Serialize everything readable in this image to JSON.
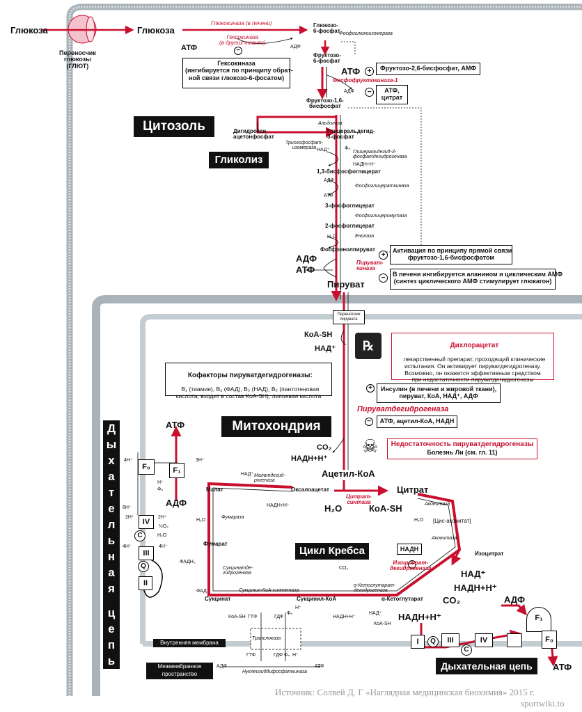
{
  "header": {
    "glucose_out": "Глюкоза",
    "glucose_in": "Глюкоза",
    "transporter": "Переносчик\nглюкозы\n(ГЛЮТ)",
    "glucokinase": "Глюкокиназа (в печени)",
    "hexokinase_tissue": "Гексокиназа\n(в других тканях)",
    "atp": "АТФ",
    "adp": "АДФ",
    "g6p": "Глюкозо-\n6-фосфат",
    "phosphoglucoisomerase": "Фосфоглюкоизомераза",
    "hexokinase_box": "Гексокиназа\n(ингибируется по принципу обрат-\nной связи глюкозо-6-фосатом)",
    "f6p": "Фруктозо-\n6-фосфат",
    "pfk": "Фосфофруктокиназа-1",
    "f26bp_box": "Фруктозо-2,6-бисфосфат, АМФ",
    "atp_citrate_box": "АТФ,\nцитрат",
    "f16bp": "Фруктозо-1,6-\nбисфосфат"
  },
  "glycolysis": {
    "cytosol_label": "Цитозоль",
    "glycolysis_label": "Гликолиз",
    "aldolase": "Альдолаза",
    "dhap": "Дигидрокси-\nацетонфосфат",
    "tpi": "Триозофосфат-\nизомераза",
    "gap": "Глицеральдегид-\n3-фосфат",
    "nad_plus": "НАД⁺",
    "pi": "Фₙ",
    "gapdh": "Глицеральдегид-3-\nфосфатдегидрогеназа",
    "nadh": "НАДН+Н⁺",
    "bpg": "1,3-бисфосфоглицерат",
    "adp": "АДФ",
    "pgk": "Фосфоглицераткиназа",
    "atp": "АТФ",
    "pg3": "3-фосфоглицерат",
    "pgm": "Фосфоглицеромутаза",
    "pg2": "2-фосфоглицерат",
    "h2o": "H₂O",
    "enolase": "Енолаза",
    "pep": "Фосфоенолпируват",
    "adp_big": "АДФ",
    "atp_big": "АТФ",
    "pk": "Пируват-\nкиназа",
    "pyruvate": "Пируват",
    "activation_box": "Активация по принципу прямой связи\nфруктозо-1,6-бисфосфатом",
    "liver_box": "В печени ингибируется аланином и циклическим АМФ\n(синтез циклического АМФ стимулирует глюкагон)"
  },
  "mito": {
    "pyruvate_carrier": "Переносчик\nпирувата",
    "coash": "КоА-SH",
    "nad": "НАД⁺",
    "dca_title": "Дихлорацетат",
    "dca_text": "лекарственный препарат, проходящий клинические\nиспытания. Он активирует пируватдегидрогеназу.\nВозможно, он окажется эффективным средством\nпри недостаточности пируватдегидрогеназы",
    "cofactors_title": "Кофакторы пируватдегидрогеназы:",
    "cofactors_text": "B₁ (тиамин), B₂ (ФАД), B₃ (НАД), B₅ (пантотеновая\nкислота, входит в состав КоА-SH), липоевая кислота",
    "insulin_box": "Инсулин (в печени и жировой ткани),\nпируват, КоА, НАД⁺, АДФ",
    "pdh": "Пируватдегидрогеназа",
    "inhib_box": "АТФ, ацетил-КоА, НАДН",
    "mito_label": "Митохондрия",
    "co2": "CO₂",
    "nadh": "НАДН+Н⁺",
    "deficiency_title": "Недостаточность пируватдегидрогеназы",
    "deficiency_text": "Болезнь Ли (см. гл. 11)",
    "acetylcoa": "Ацетил-КоА"
  },
  "krebs": {
    "title": "Цикл Кребса",
    "nad": "НАД⁺",
    "mdh": "Малатдегид-\nрогеназа",
    "nadh": "НАДН+Н⁺",
    "malate": "Малат",
    "oaa": "Оксалоацетат",
    "citrate": "Цитрат",
    "cs": "Цитрат-\nсинтаза",
    "h2o": "H₂O",
    "coash": "КоА-SH",
    "aconitase1": "Аконитаза",
    "h2o_2": "H₂O",
    "cisaconitate": "[Цис-аконитат]",
    "aconitase2": "Аконитаза",
    "fumarase": "Фумараза",
    "fumarate": "Фумарат",
    "h2o_3": "H₂O",
    "fadh2": "ФАДН₂",
    "sdh": "Сукцинатде-\nгидрогеназа",
    "fad": "ФАД",
    "nadh_box": "НАДН",
    "idh": "Изоцитрат-\nдегидрогеназа",
    "isocitrate": "Изоцитрат",
    "nad2": "НАД⁺",
    "nadh2": "НАДН+Н⁺",
    "co2": "CO₂",
    "co2_small": "CO₂",
    "akgdh": "α-Кетоглутарат-\nдегидрогеназа",
    "succinate": "Сукцинат",
    "scs": "Сукцинил-КоА-синтетаза",
    "succcoa": "Сукцинил-КоА",
    "akg": "α-Кетоглутарат",
    "coash2": "КоА-SH",
    "gtp": "ГТФ",
    "gdp": "ГДФ",
    "pi": "Фₙ",
    "hplus": "H⁺",
    "nadh3": "НАДН+Н⁺",
    "nad3": "НАД⁺",
    "coash3": "КоА-SH",
    "nadh4": "НАДН+Н⁺"
  },
  "etc": {
    "vertical_label": [
      "Д",
      "ы",
      "х",
      "а",
      "т",
      "е",
      "л",
      "ь",
      "н",
      "а",
      "я",
      " ",
      "ц",
      "е",
      "п",
      "ь"
    ],
    "atp": "АТФ",
    "adp": "АДФ",
    "h4": "4H⁺",
    "h3": "3H⁺",
    "f0": "F₀",
    "f1": "F₁",
    "hplus": "H⁺",
    "pi": "Фₙ",
    "h6": "6H⁺",
    "h2": "2H⁺",
    "h2b": "2H⁺",
    "o2": "½O₂",
    "h2o": "H₂O",
    "iv": "IV",
    "c": "C",
    "iii": "III",
    "h4b": "4H⁺",
    "h4c": "4H⁺",
    "q": "Q",
    "ii": "II",
    "fadh2": "ФАДН₂",
    "fad": "ФАД",
    "inner_membrane": "Внутренняя мембрана",
    "intermembrane": "Межмембранное\nпространство",
    "translocase": "Транслоказа",
    "gtp2": "ГТФ",
    "gdp2": "ГДФ",
    "pi2": "Фₙ",
    "hplus2": "H⁺",
    "adp2": "АДФ",
    "atp2": "АТФ",
    "ndk": "Нуклеозиддифосфаткиназа",
    "adp_right": "АДФ",
    "atp_right": "АТФ",
    "i": "I",
    "q2": "Q",
    "iii2": "III",
    "iv2": "IV",
    "c2": "C",
    "f1b": "F₁",
    "f0b": "F₀",
    "resp_chain": "Дыхательная цепь"
  },
  "footer": {
    "source": "Источник: Солвей Д. Г «Наглядная медицинская биохимия» 2015 г.",
    "site": "sportwiki.to"
  },
  "colors": {
    "red": "#c8102e",
    "membrane_outer": "#a9b3b9",
    "membrane_inner": "#c3ccd1",
    "dark_box": "#111111"
  }
}
